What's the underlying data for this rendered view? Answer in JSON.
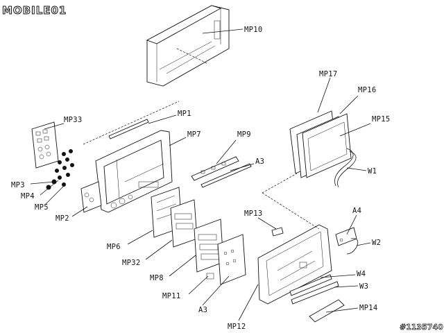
{
  "watermark": {
    "logo_text": "MOBILE01",
    "id_text": "#1135740"
  },
  "labels": {
    "mp10": "MP10",
    "mp17": "MP17",
    "mp16": "MP16",
    "mp15": "MP15",
    "mp1": "MP1",
    "mp7": "MP7",
    "mp9": "MP9",
    "a3_top": "A3",
    "mp33": "MP33",
    "w1": "W1",
    "mp3": "MP3",
    "mp4": "MP4",
    "mp5": "MP5",
    "mp2": "MP2",
    "mp13": "MP13",
    "a4": "A4",
    "w2": "W2",
    "mp6": "MP6",
    "mp32": "MP32",
    "mp8": "MP8",
    "w4": "W4",
    "w3": "W3",
    "mp11": "MP11",
    "a3_bottom": "A3",
    "mp14": "MP14",
    "mp12": "MP12"
  }
}
